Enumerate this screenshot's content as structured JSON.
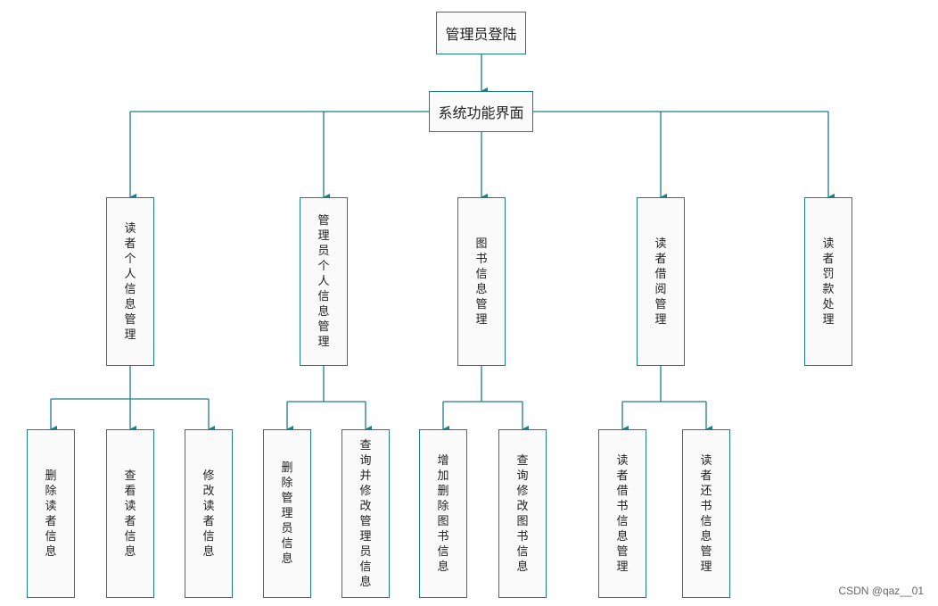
{
  "colors": {
    "line": "#1f7a8c",
    "box_border": "#1f7a8c",
    "box_fill": "#fafafa",
    "text": "#222222"
  },
  "nodes": {
    "admin_login": "管理员登陆",
    "system_ui": "系统功能界面",
    "reader_info": "读者个人信息管理",
    "admin_info": "管理员个人信息管理",
    "book_info": "图书信息管理",
    "borrow_mgmt": "读者借阅管理",
    "fine": "读者罚款处理",
    "del_reader": "删除读者信息",
    "view_reader": "查看读者信息",
    "edit_reader": "修改读者信息",
    "del_admin": "删除管理员信息",
    "query_edit_admin": "查询并修改管理员信息",
    "add_del_book": "增加删除图书信息",
    "query_edit_book": "查询修改图书信息",
    "borrow_book": "读者借书信息管理",
    "return_book": "读者还书信息管理"
  },
  "watermark": "CSDN @qaz__01"
}
